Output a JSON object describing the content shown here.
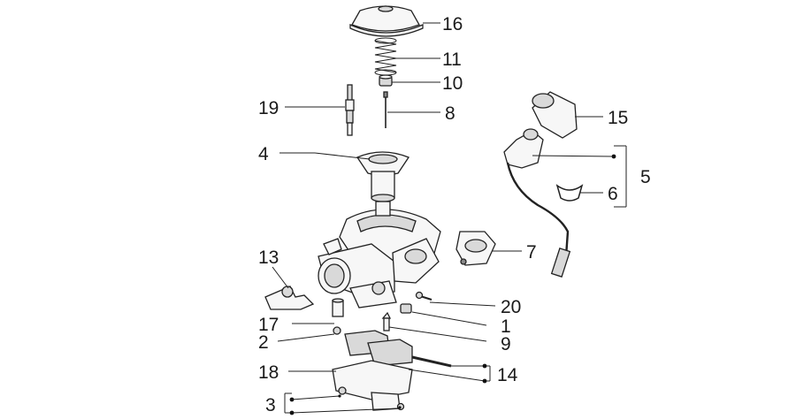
{
  "callouts": [
    {
      "id": "c16",
      "text": "16"
    },
    {
      "id": "c11",
      "text": "11"
    },
    {
      "id": "c10",
      "text": "10"
    },
    {
      "id": "c19",
      "text": "19"
    },
    {
      "id": "c8",
      "text": "8"
    },
    {
      "id": "c15",
      "text": "15"
    },
    {
      "id": "c4",
      "text": "4"
    },
    {
      "id": "c5",
      "text": "5"
    },
    {
      "id": "c6",
      "text": "6"
    },
    {
      "id": "c7",
      "text": "7"
    },
    {
      "id": "c13",
      "text": "13"
    },
    {
      "id": "c20",
      "text": "20"
    },
    {
      "id": "c17",
      "text": "17"
    },
    {
      "id": "c1",
      "text": "1"
    },
    {
      "id": "c2",
      "text": "2"
    },
    {
      "id": "c9",
      "text": "9"
    },
    {
      "id": "c18",
      "text": "18"
    },
    {
      "id": "c14",
      "text": "14"
    },
    {
      "id": "c3",
      "text": "3"
    }
  ]
}
